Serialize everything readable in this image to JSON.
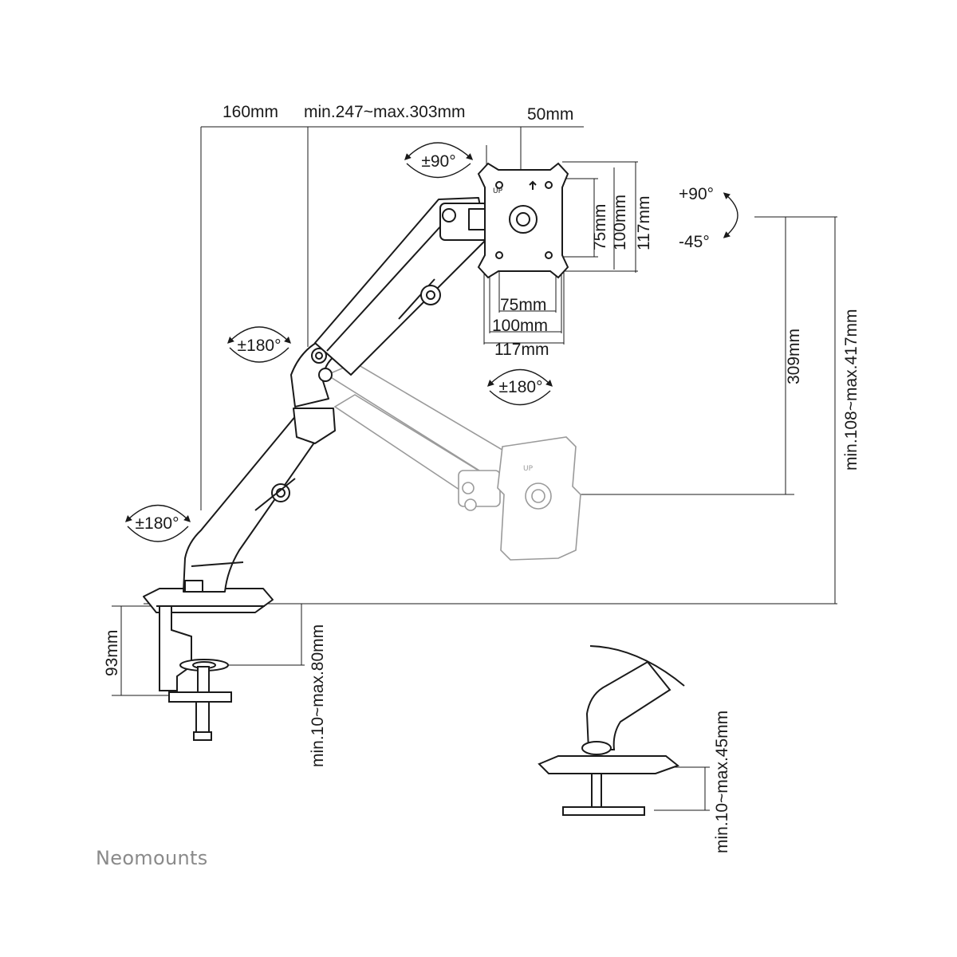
{
  "dimensions": {
    "arm_reach": "160mm",
    "arm_extension": "min.247~max.303mm",
    "vesa_offset": "50mm",
    "vesa_75_h": "75mm",
    "vesa_100_h": "100mm",
    "vesa_117_h": "117mm",
    "vesa_75_w": "75mm",
    "vesa_100_w": "100mm",
    "vesa_117_w": "117mm",
    "height_adjust": "309mm",
    "total_height": "min.108~max.417mm",
    "clamp_height": "93mm",
    "clamp_desk_thickness": "min.10~max.80mm",
    "grommet_desk_thickness": "min.10~max.45mm"
  },
  "rotations": {
    "rotation": "±90°",
    "tilt_up": "+90°",
    "tilt_down": "-45°",
    "swivel_mid": "±180°",
    "swivel_head": "±180°",
    "swivel_base": "±180°"
  },
  "plate_mark": "UP",
  "brand": "Neomounts",
  "colors": {
    "line": "#1a1a1a",
    "ghost": "#9a9a9a",
    "brand": "#8a8a8a"
  }
}
